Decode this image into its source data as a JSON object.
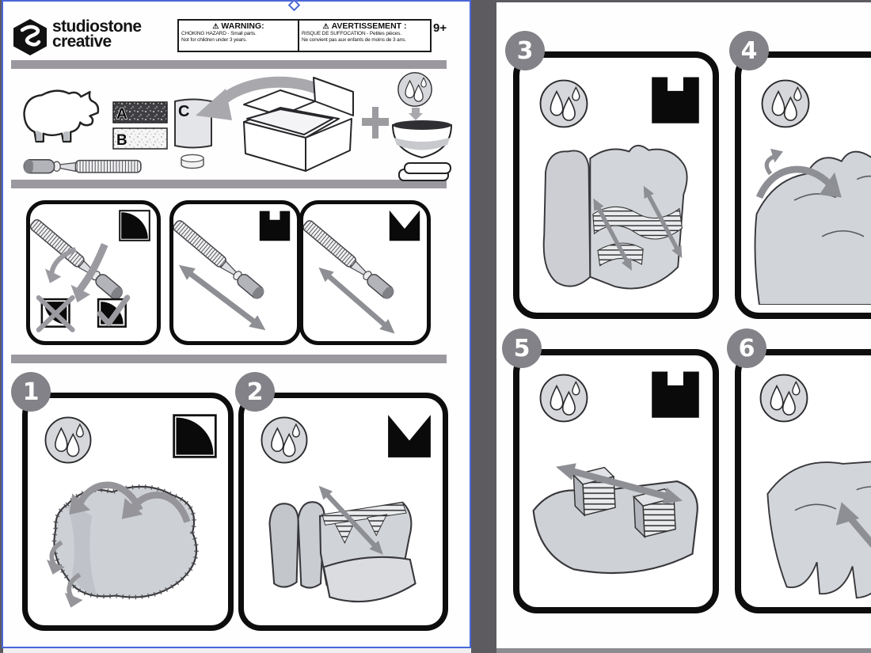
{
  "canvas": {
    "background_color": "#5d5b60",
    "selection_color": "#4a66d8",
    "pages_visible": 2
  },
  "page_left": {
    "brand": {
      "line1": "studiostone",
      "line2": "creative",
      "logo_icon": "cube-s-logo"
    },
    "age_rating": "9+",
    "warning": {
      "symbol": "⚠",
      "en": {
        "heading": "WARNING:",
        "line1": "CHOKING HAZARD - Small parts.",
        "line2": "Not for children under 3 years."
      },
      "fr": {
        "heading": "AVERTISSEMENT :",
        "line1": "RISQUE DE SUFFOCATION - Petites pièces.",
        "line2": "Ne convient pas aux enfants de moins de 3 ans."
      }
    },
    "kit_contents": {
      "labels": {
        "sandpaper_coarse": "A",
        "sandpaper_fine": "B",
        "polish_cloth": "C"
      },
      "items": [
        "rhino-stone-figure",
        "sandpaper-A",
        "sandpaper-B",
        "polishing-cloth-C",
        "wax-tub",
        "carving-file",
        "kit-box",
        "unboxing-arrow",
        "plus-sign",
        "water-drops",
        "water-bowl",
        "towel"
      ]
    },
    "technique_panels": [
      {
        "corner_icon": "quarter-round-profile",
        "shows": "round-file-side",
        "marks": [
          "wrong-cross",
          "right-check"
        ]
      },
      {
        "corner_icon": "flat-notch-profile",
        "shows": "flat-file-stroke"
      },
      {
        "corner_icon": "v-notch-profile",
        "shows": "edge-file-stroke"
      }
    ],
    "steps": [
      {
        "number": "1",
        "icons": [
          "water-drops",
          "quarter-round-profile"
        ]
      },
      {
        "number": "2",
        "icons": [
          "water-drops",
          "v-notch-profile"
        ]
      }
    ]
  },
  "page_right": {
    "steps": [
      {
        "number": "3",
        "icons": [
          "water-drops",
          "flat-notch-profile"
        ]
      },
      {
        "number": "4",
        "icons": [
          "water-drops"
        ]
      },
      {
        "number": "5",
        "icons": [
          "water-drops",
          "flat-notch-profile"
        ]
      },
      {
        "number": "6",
        "icons": [
          "water-drops"
        ]
      }
    ]
  },
  "colors": {
    "divider_bar": "#9b98a0",
    "badge_gray": "#828288",
    "arrow_gray": "#8e8f94",
    "stone_gray": "#cdd0d5",
    "panel_border": "#0d0d0d"
  }
}
